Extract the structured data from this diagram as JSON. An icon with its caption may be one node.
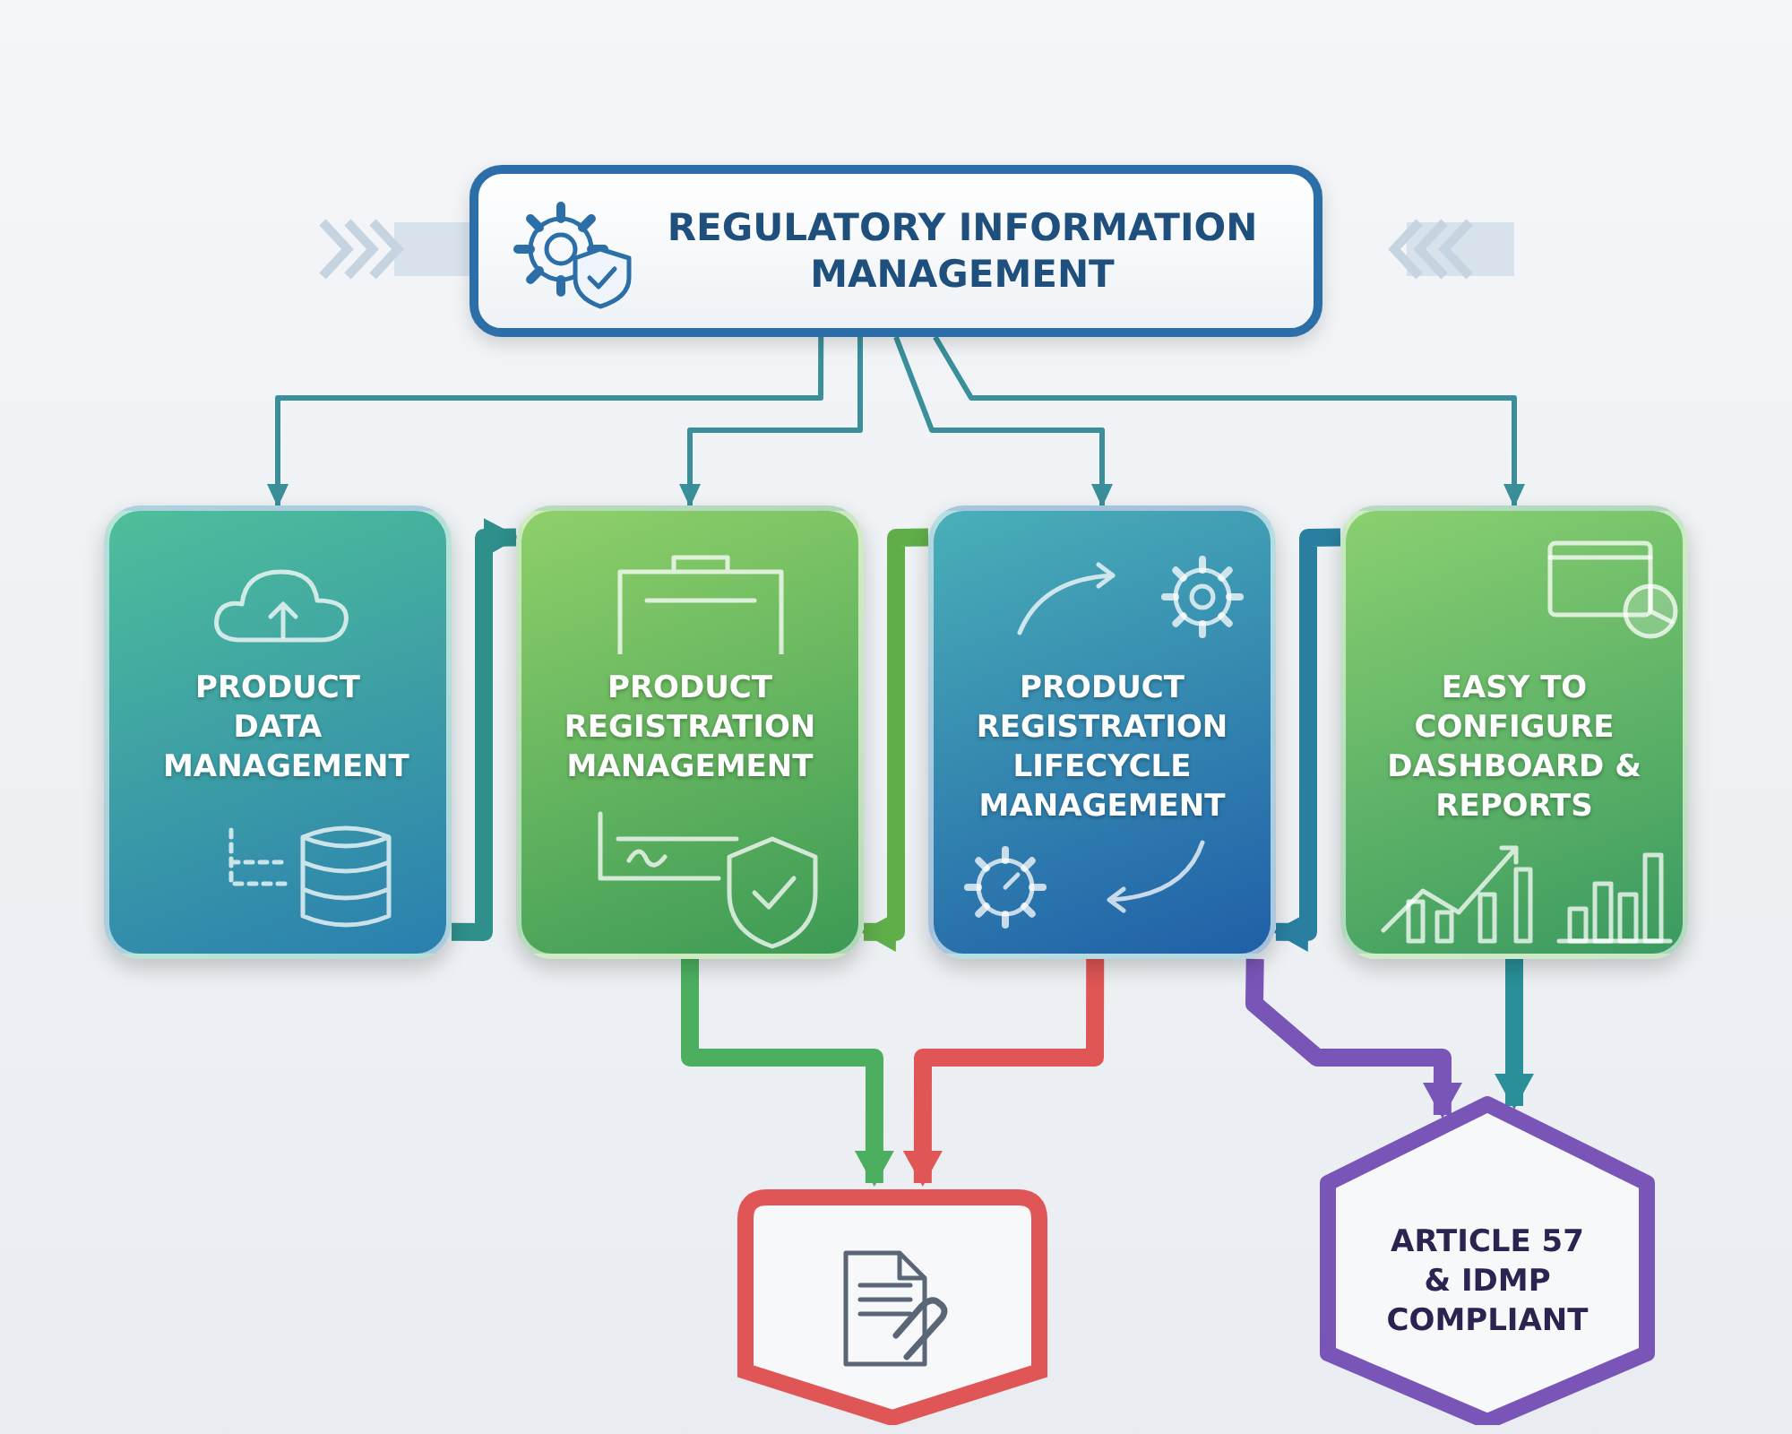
{
  "diagram": {
    "nodes": [
      {
        "text": [
          "REGULATORY INFORMATION MANAGEMENT"
        ]
      },
      {
        "text": [
          "PRODUCT DATA MANAGEMENT"
        ]
      },
      {
        "text": [
          "PRODUCT REGISTRATION MANAGEMENT"
        ]
      },
      {
        "text": [
          "PRODUCT REGISTRATION LIFECYCLE MANAGEMENT"
        ]
      },
      {
        "text": [
          "EASY TO CONFIGURE DASHBOARD & REPORTS"
        ]
      },
      {
        "text": [],
        "shape": "box"
      },
      {
        "text": [
          "ARTICLE 57 & IDMP COMPLIANT"
        ]
      }
    ],
    "edges": [
      {
        "from": 0,
        "to": 1,
        "arrow": "to"
      },
      {
        "from": 0,
        "to": 2,
        "arrow": "to"
      },
      {
        "from": 0,
        "to": 3,
        "arrow": "to"
      },
      {
        "from": 0,
        "to": 4,
        "arrow": "to"
      },
      {
        "from": 1,
        "to": 2,
        "arrow": "to",
        "color": "#2f8f8a"
      },
      {
        "from": 3,
        "to": 2,
        "arrow": "to",
        "color": "#5fae4a"
      },
      {
        "from": 4,
        "to": 3,
        "arrow": "to",
        "color": "#2a7fa0"
      },
      {
        "from": 2,
        "to": 5,
        "arrow": "to",
        "color": "#4caf60"
      },
      {
        "from": 3,
        "to": 5,
        "arrow": "to",
        "color": "#e05555"
      },
      {
        "from": 3,
        "to": 6,
        "arrow": "to",
        "color": "#7a55b8"
      },
      {
        "from": 4,
        "to": 6,
        "arrow": "to",
        "color": "#2a8f98"
      }
    ]
  }
}
